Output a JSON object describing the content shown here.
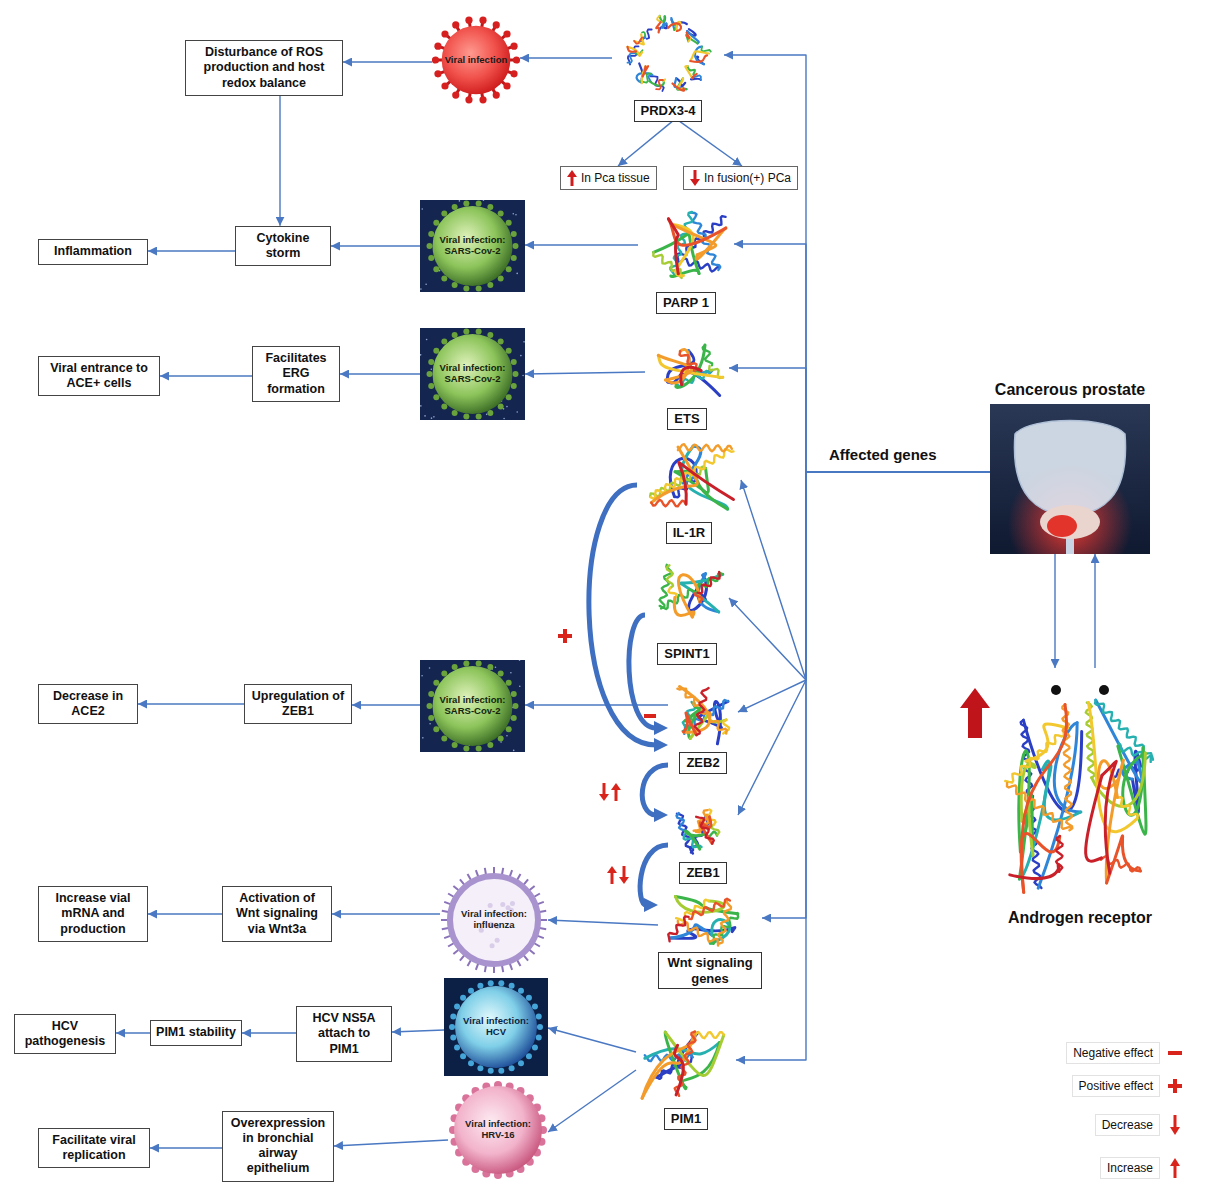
{
  "diagram": {
    "nodes": [
      {
        "text": [
          "Disturbance of ROS production and host redox balance"
        ]
      },
      {
        "text": [
          "Viral infection"
        ]
      },
      {
        "text": [
          "PRDX3-4"
        ]
      },
      {
        "text": [
          "In Pca tissue"
        ]
      },
      {
        "text": [
          "In fusion(+) PCa"
        ]
      },
      {
        "text": [
          "Inflammation"
        ]
      },
      {
        "text": [
          "Cytokine storm"
        ]
      },
      {
        "text": [
          "Viral infection: SARS-Cov-2"
        ]
      },
      {
        "text": [
          "PARP 1"
        ]
      },
      {
        "text": [
          "Viral entrance to ACE+ cells"
        ]
      },
      {
        "text": [
          "Facilitates ERG formation"
        ]
      },
      {
        "text": [
          "Viral infection: SARS-Cov-2"
        ]
      },
      {
        "text": [
          "ETS"
        ]
      },
      {
        "text": [
          "IL-1R"
        ]
      },
      {
        "text": [
          "SPINT1"
        ]
      },
      {
        "text": [
          "Decrease in ACE2"
        ]
      },
      {
        "text": [
          "Upregulation of ZEB1"
        ]
      },
      {
        "text": [
          "Viral infection: SARS-Cov-2"
        ]
      },
      {
        "text": [
          "ZEB2"
        ]
      },
      {
        "text": [
          "ZEB1"
        ]
      },
      {
        "text": [
          "Increase vial mRNA and production"
        ]
      },
      {
        "text": [
          "Activation of Wnt signaling via Wnt3a"
        ]
      },
      {
        "text": [
          "Viral infection: influenza"
        ]
      },
      {
        "text": [
          "Wnt signaling genes"
        ]
      },
      {
        "text": [
          "HCV pathogenesis"
        ]
      },
      {
        "text": [
          "PIM1 stability"
        ]
      },
      {
        "text": [
          "HCV NS5A attach to PIM1"
        ]
      },
      {
        "text": [
          "Viral infection: HCV"
        ]
      },
      {
        "text": [
          "PIM1"
        ]
      },
      {
        "text": [
          "Facilitate viral replication"
        ]
      },
      {
        "text": [
          "Overexpression in bronchial airway epithelium"
        ]
      },
      {
        "text": [
          "Viral infection: HRV-16"
        ]
      },
      {
        "text": [
          "Cancerous prostate"
        ]
      },
      {
        "text": [
          "Androgen receptor"
        ]
      }
    ],
    "edges": [
      {
        "from": 1,
        "to": 0,
        "arrow": "to"
      },
      {
        "from": 2,
        "to": 1,
        "arrow": "to"
      },
      {
        "from": 2,
        "to": 3,
        "arrow": "to"
      },
      {
        "from": 2,
        "to": 4,
        "arrow": "to"
      },
      {
        "from": 0,
        "to": 6,
        "arrow": "to"
      },
      {
        "from": 8,
        "to": 7,
        "arrow": "to"
      },
      {
        "from": 7,
        "to": 6,
        "arrow": "to"
      },
      {
        "from": 6,
        "to": 5,
        "arrow": "to"
      },
      {
        "from": 12,
        "to": 11,
        "arrow": "to"
      },
      {
        "from": 11,
        "to": 10,
        "arrow": "to"
      },
      {
        "from": 10,
        "to": 9,
        "arrow": "to"
      },
      {
        "from": 18,
        "to": 17,
        "arrow": "to"
      },
      {
        "from": 17,
        "to": 16,
        "arrow": "to"
      },
      {
        "from": 16,
        "to": 15,
        "arrow": "to"
      },
      {
        "from": 13,
        "to": 18,
        "arrow": "to"
      },
      {
        "from": 14,
        "to": 18,
        "arrow": "to"
      },
      {
        "from": 18,
        "to": 19,
        "arrow": "to"
      },
      {
        "from": 19,
        "to": 23,
        "arrow": "to"
      },
      {
        "from": 23,
        "to": 22,
        "arrow": "to"
      },
      {
        "from": 22,
        "to": 21,
        "arrow": "to"
      },
      {
        "from": 21,
        "to": 20,
        "arrow": "to"
      },
      {
        "from": 28,
        "to": 27,
        "arrow": "to"
      },
      {
        "from": 28,
        "to": 31,
        "arrow": "to"
      },
      {
        "from": 27,
        "to": 26,
        "arrow": "to"
      },
      {
        "from": 26,
        "to": 25,
        "arrow": "to"
      },
      {
        "from": 25,
        "to": 24,
        "arrow": "to"
      },
      {
        "from": 31,
        "to": 30,
        "arrow": "to"
      },
      {
        "from": 30,
        "to": 29,
        "arrow": "to"
      },
      {
        "from": 32,
        "to": 2,
        "arrow": "to"
      },
      {
        "from": 32,
        "to": 8,
        "arrow": "to"
      },
      {
        "from": 32,
        "to": 12,
        "arrow": "to"
      },
      {
        "from": 32,
        "to": 13,
        "arrow": "to"
      },
      {
        "from": 32,
        "to": 14,
        "arrow": "to"
      },
      {
        "from": 32,
        "to": 18,
        "arrow": "to"
      },
      {
        "from": 32,
        "to": 19,
        "arrow": "to"
      },
      {
        "from": 32,
        "to": 23,
        "arrow": "to"
      },
      {
        "from": 32,
        "to": 28,
        "arrow": "to"
      },
      {
        "from": 32,
        "to": 33,
        "arrow": "to"
      },
      {
        "from": 33,
        "to": 32,
        "arrow": "to"
      }
    ],
    "labels": [
      "Affected genes"
    ],
    "legend": [
      {
        "text": "Negative effect"
      },
      {
        "text": "Positive effect"
      },
      {
        "text": "Decrease"
      },
      {
        "text": "Increase"
      }
    ]
  }
}
